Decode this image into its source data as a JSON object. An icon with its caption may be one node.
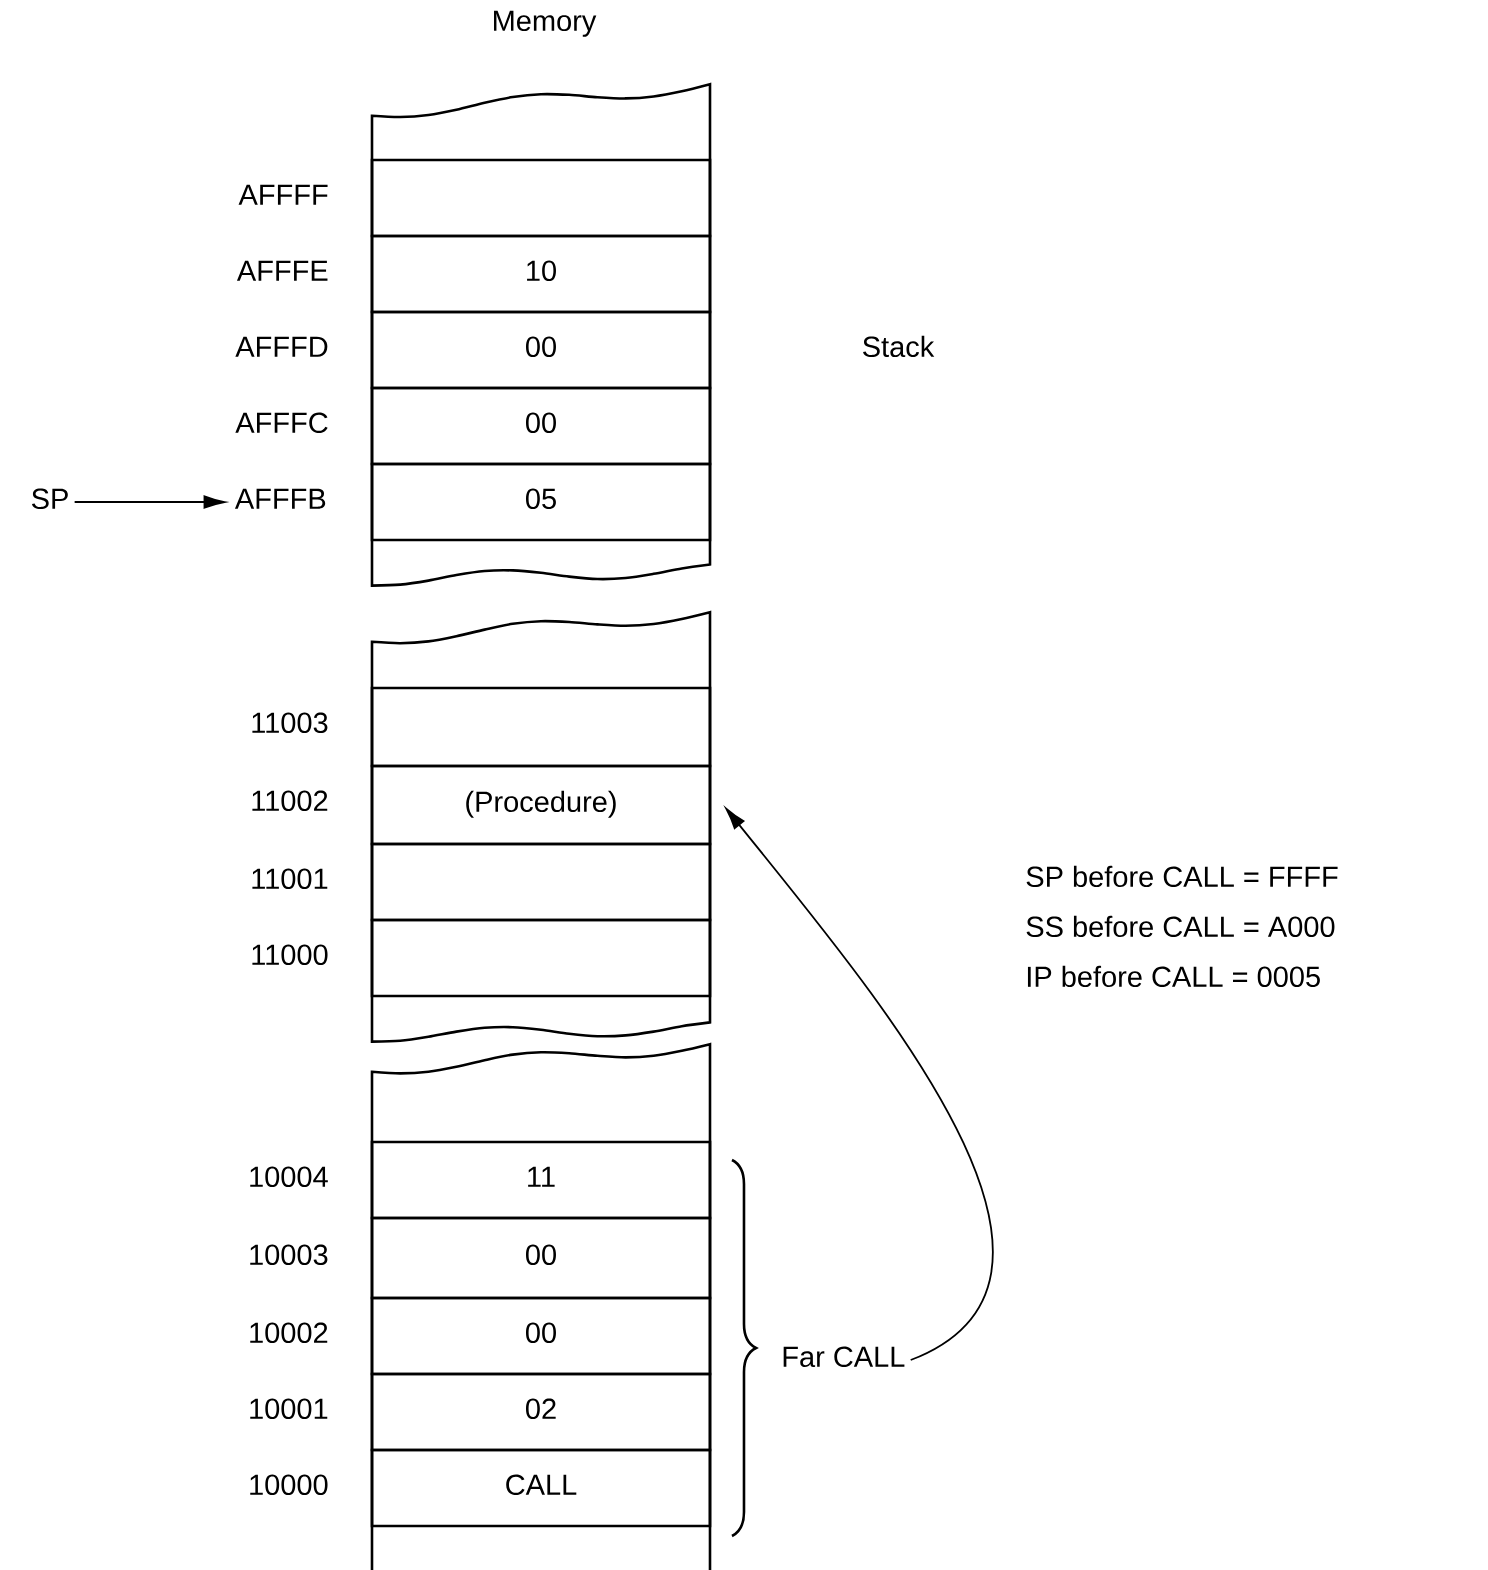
{
  "diagram": {
    "nodes": [
      {
        "text": [],
        "shape": "box"
      },
      {
        "text": [
          "10"
        ]
      },
      {
        "text": [
          "00"
        ]
      },
      {
        "text": [
          "00"
        ]
      },
      {
        "text": [
          "SP"
        ]
      },
      {
        "text": [
          "AFFFB"
        ]
      },
      {
        "text": [
          "05"
        ]
      },
      {
        "text": [],
        "shape": "box"
      },
      {
        "text": [
          "(Procedure)"
        ]
      },
      {
        "text": [],
        "shape": "box"
      },
      {
        "text": [],
        "shape": "box"
      },
      {
        "text": [
          "11"
        ]
      },
      {
        "text": [
          "00"
        ]
      },
      {
        "text": [
          "00"
        ]
      },
      {
        "text": [
          "02"
        ]
      },
      {
        "text": [
          "CALL"
        ]
      },
      {
        "text": [
          "Far CALL"
        ]
      }
    ],
    "edges": [
      {
        "from": 4,
        "to": 5,
        "arrow": "to"
      },
      {
        "from": 16,
        "to": 8,
        "arrow": "to"
      }
    ],
    "labels": [
      "Memory",
      "AFFFF",
      "AFFFE",
      "AFFFD",
      "Stack",
      "AFFFC",
      "11003",
      "11002",
      "11001",
      "11000",
      "SP before CALL = FFFF",
      "SS before CALL = A000",
      "IP before CALL = 0005",
      "10004",
      "10003",
      "10002",
      "10001",
      "10000"
    ]
  }
}
